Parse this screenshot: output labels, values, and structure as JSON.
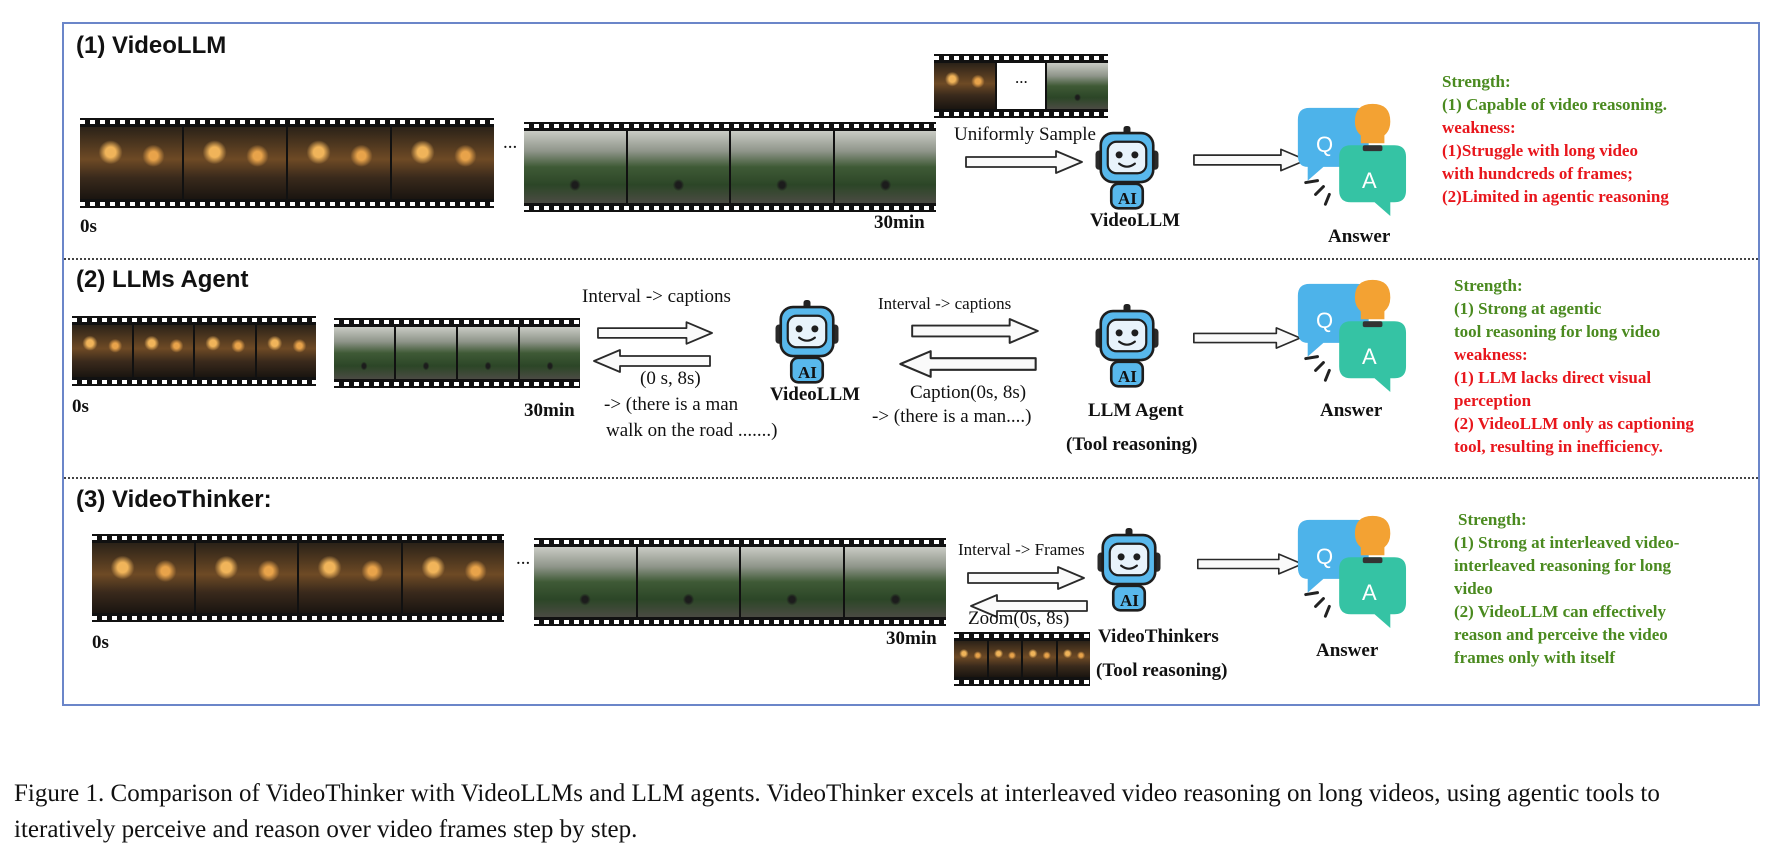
{
  "row1": {
    "title": "(1)  VideoLLM",
    "start_time": "0s",
    "end_time": "30min",
    "ellipsis": "...",
    "sample_ellipsis": "...",
    "sample_label": "Uniformly  Sample",
    "model_label": "VideoLLM",
    "answer_label": "Answer",
    "strength_title": "Strength:",
    "strength_items": [
      "(1) Capable of video reasoning."
    ],
    "weakness_title": "weakness:",
    "weakness_items": [
      "(1)Struggle with long video",
      "with  hundcreds of frames;",
      "(2)Limited in agentic reasoning"
    ]
  },
  "row2": {
    "title": "(2)  LLMs Agent",
    "start_time": "0s",
    "end_time": "30min",
    "left_top_label": "Interval ->  captions",
    "left_reply_1": "(0 s, 8s)",
    "left_reply_2": "->  (there  is a man",
    "left_reply_3": "walk on the road .......)",
    "model_label": "VideoLLM",
    "right_top_label": "Interval ->  captions",
    "right_reply_1": "Caption(0s, 8s)",
    "right_reply_2": "->  (there  is a man....)",
    "agent_label": "LLM Agent",
    "agent_sub": "(Tool reasoning)",
    "answer_label": "Answer",
    "strength_title": "Strength:",
    "strength_items": [
      "(1) Strong at agentic",
      "tool reasoning for long video"
    ],
    "weakness_title": "weakness:",
    "weakness_items": [
      "(1) LLM lacks direct visual",
      "perception",
      "(2) VideoLLM only as captioning",
      "tool, resulting in inefficiency."
    ]
  },
  "row3": {
    "title": "(3)  VideoThinker:",
    "start_time": "0s",
    "end_time": "30min",
    "ellipsis": "...",
    "top_label": "Interval ->  Frames",
    "zoom_label": "Zoom(0s, 8s)",
    "model_label": "VideoThinkers",
    "model_sub": "(Tool reasoning)",
    "answer_label": "Answer",
    "strength_title": "Strength:",
    "strength_items": [
      "(1) Strong at interleaved video-",
      "interleaved reasoning for long",
      "video",
      "(2) VideoLLM can effectively",
      "reason and perceive the video",
      "frames only with itself"
    ]
  },
  "icons": {
    "robot_badge": "AI",
    "q_letter": "Q",
    "a_letter": "A"
  },
  "caption": "Figure 1.  Comparison of VideoThinker with VideoLLMs and LLM agents.  VideoThinker excels at interleaved video reasoning on long videos, using agentic tools to iteratively perceive and reason over video frames step by step.",
  "colors": {
    "frame_border": "#6b86c9",
    "strength_green": "#4a8a1f",
    "weakness_red": "#e8161c",
    "q_bubble": "#4db3ea",
    "a_bubble": "#35c3a4",
    "robot_blue": "#58b8ec",
    "bulb_orange": "#f3a233"
  }
}
